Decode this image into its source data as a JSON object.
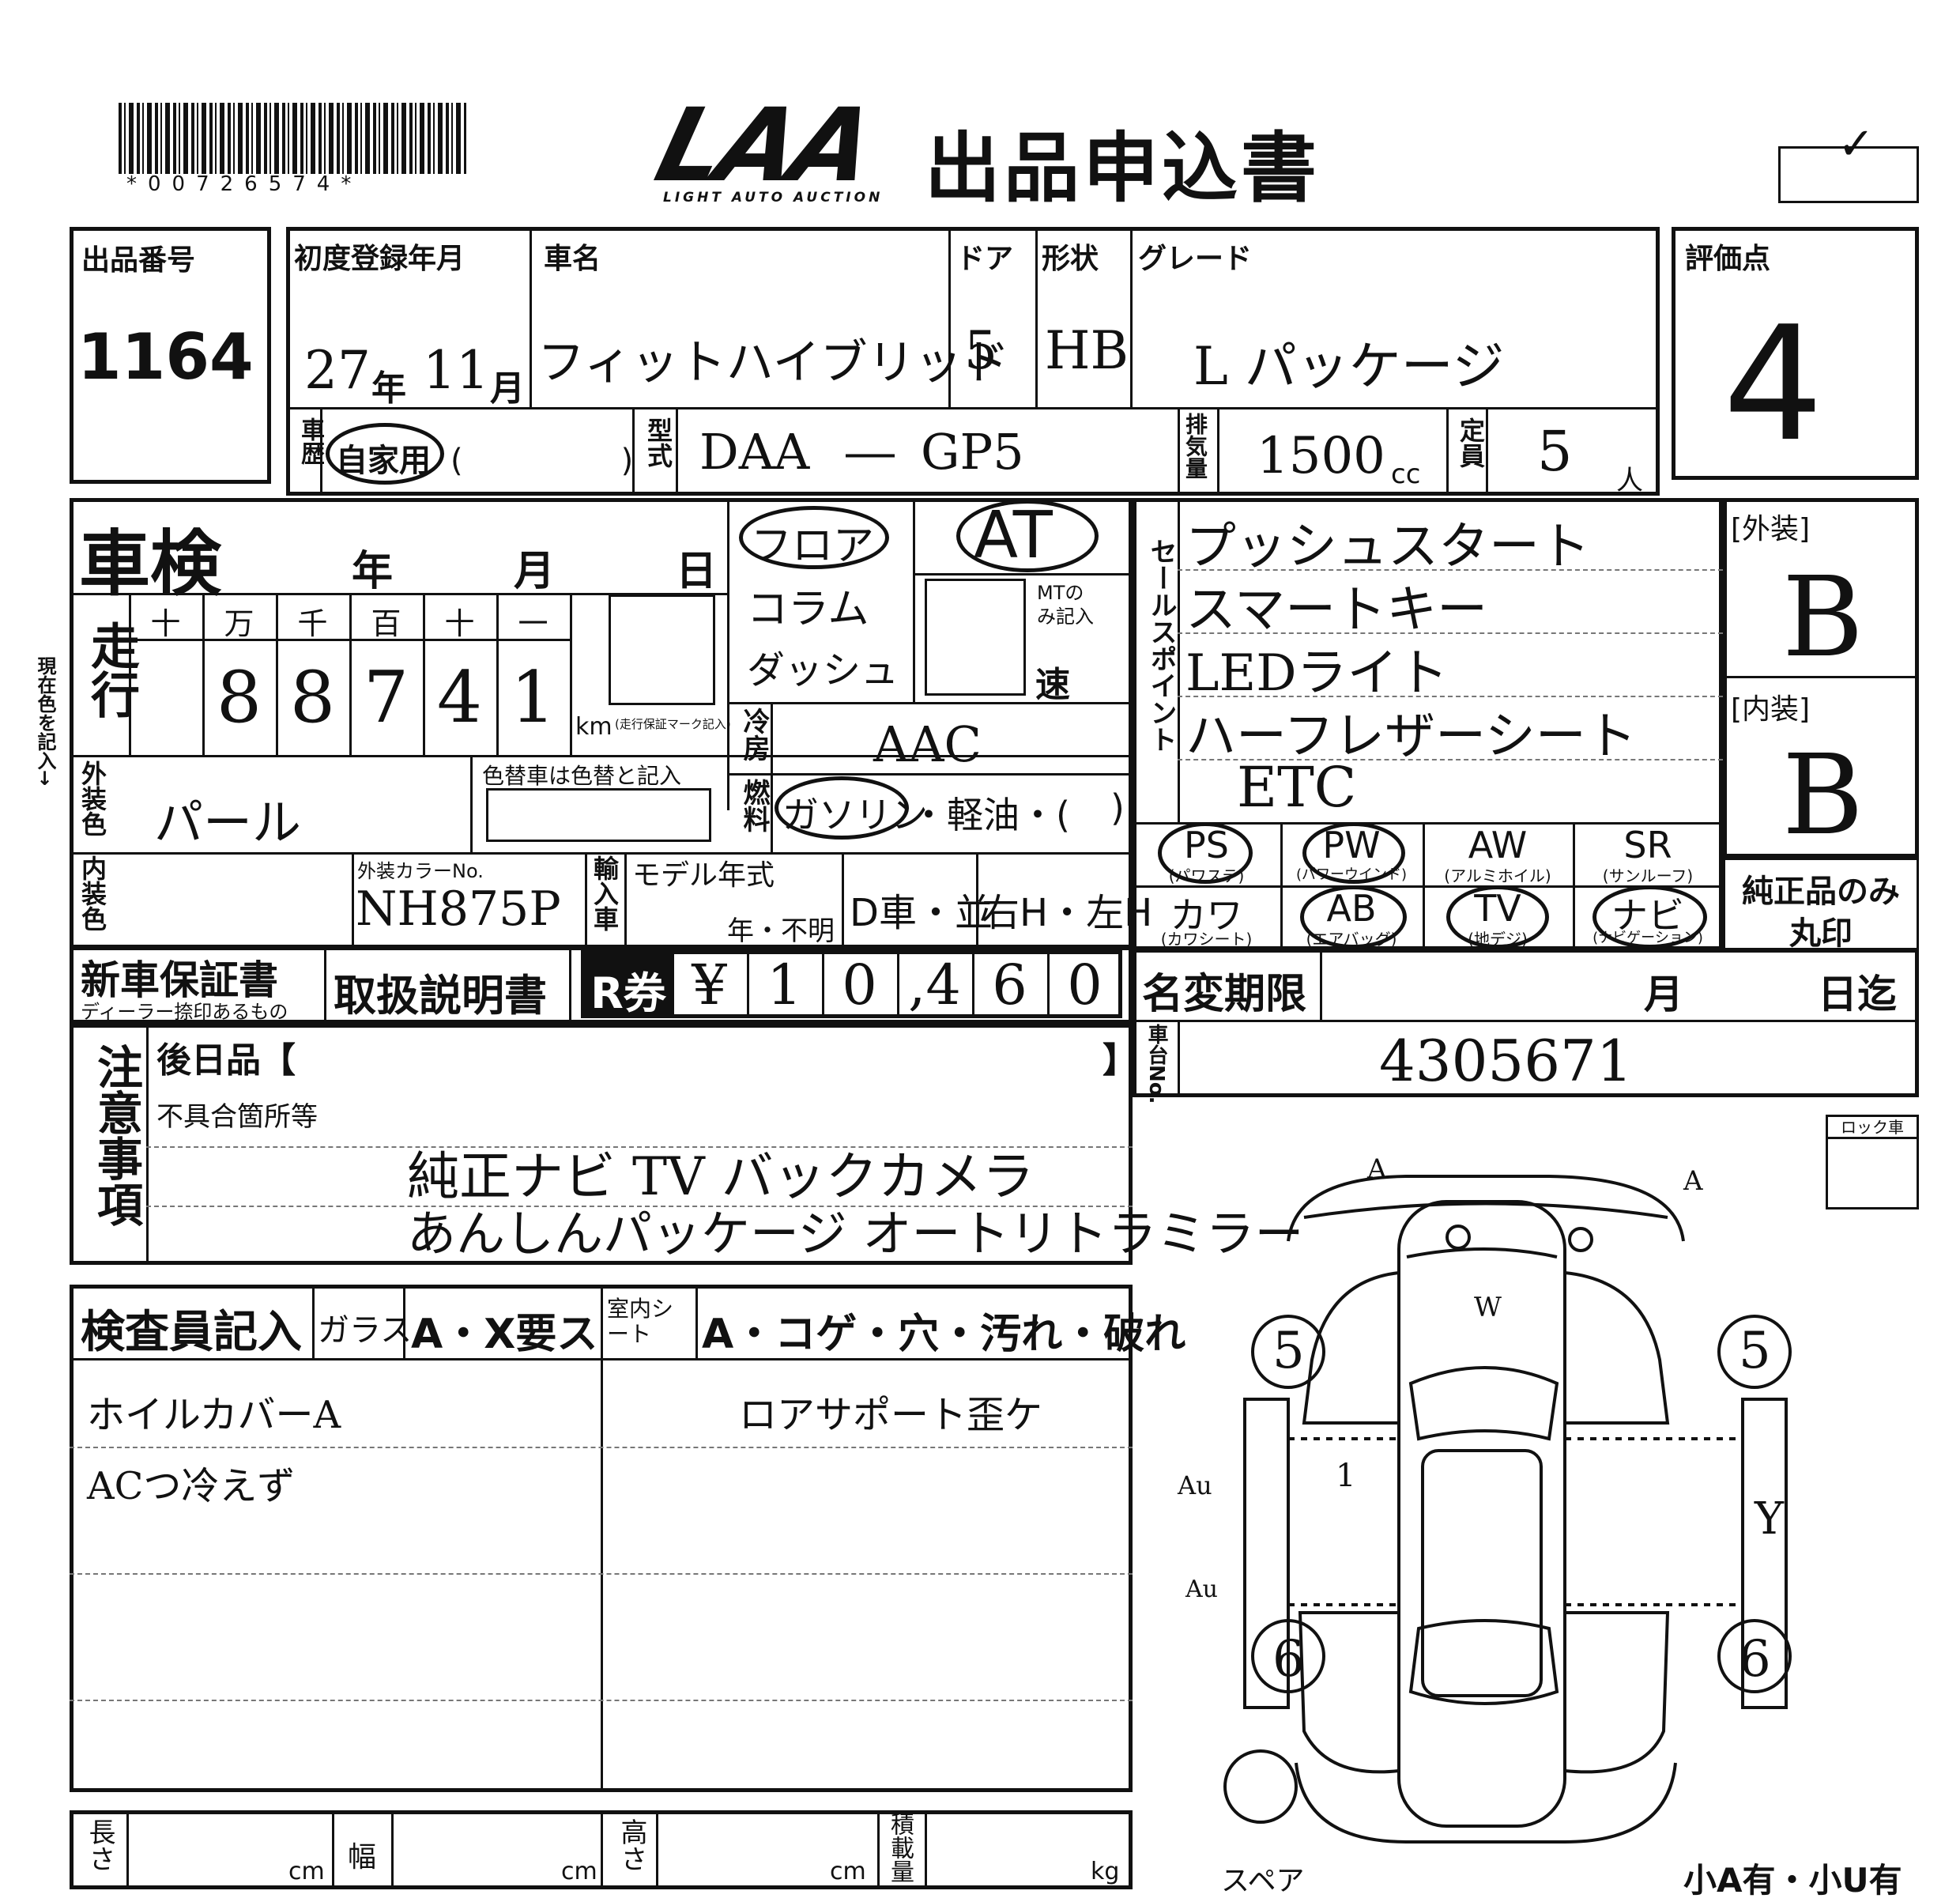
{
  "header": {
    "barcode_number": "*00726574*",
    "logo_text": "LAA",
    "logo_subtext": "LIGHT AUTO AUCTION",
    "title": "出品申込書",
    "check_mark": "✓"
  },
  "lot": {
    "label": "出品番号",
    "value": "1164"
  },
  "first_registration": {
    "label": "初度登録年月",
    "year": "27",
    "year_unit": "年",
    "month": "11",
    "month_unit": "月"
  },
  "car_name": {
    "label": "車名",
    "value": "フィットハイブリッド"
  },
  "doors": {
    "label": "ドア",
    "value": "5"
  },
  "shape": {
    "label": "形状",
    "value": "HB"
  },
  "grade": {
    "label": "グレード",
    "value": "L パッケージ"
  },
  "score": {
    "label": "評価点",
    "value": "4"
  },
  "history": {
    "label": "車歴",
    "value": "自家用",
    "paren": "(　　　　　)"
  },
  "model": {
    "label": "型式",
    "prefix": "DAA",
    "dash": "―",
    "code": "GP5"
  },
  "displacement": {
    "label": "排気量",
    "value": "1500",
    "unit": "cc"
  },
  "capacity": {
    "label": "定員",
    "value": "5",
    "unit": "人"
  },
  "shaken": {
    "label": "車検",
    "year": "年",
    "month": "月",
    "day": "日"
  },
  "mileage": {
    "label": "走行",
    "units": [
      "十",
      "万",
      "千",
      "百",
      "十",
      "一"
    ],
    "digits": [
      "",
      "8",
      "8",
      "7",
      "4",
      "1"
    ],
    "km": "km",
    "km_note": "(走行保証マーク記入)",
    "side_note": "現在色を記入→"
  },
  "shift": {
    "floor": "フロア",
    "column": "コラム",
    "dash": "ダッシュ",
    "at": "AT",
    "mt_note": "MTのみ記入",
    "speed": "速"
  },
  "ac": {
    "label": "冷房",
    "value": "AAC"
  },
  "fuel": {
    "label": "燃料",
    "gasoline": "ガソリン",
    "rest": "・軽油・(",
    "close": ")"
  },
  "sales_points": {
    "label": "セールスポイント",
    "items": [
      "プッシュスタート",
      "スマートキー",
      "LEDライト",
      "ハーフレザーシート",
      "ETC"
    ]
  },
  "exterior_grade": {
    "label": "[外装]",
    "value": "B"
  },
  "interior_grade": {
    "label": "[内装]",
    "value": "B"
  },
  "exterior_color": {
    "label": "外装色",
    "value": "パール",
    "change_note": "色替車は色替と記入"
  },
  "interior_color": {
    "label": "内装色"
  },
  "color_no": {
    "label": "外装カラーNo.",
    "value": "NH875P"
  },
  "import": {
    "label": "輸入車"
  },
  "model_year": {
    "label": "モデル年式",
    "value": "年・不明"
  },
  "dealer": {
    "value": "D車・並"
  },
  "handle": {
    "value": "右H・左H"
  },
  "options": [
    {
      "code": "PS",
      "sub": "(パワステ)",
      "circled": true
    },
    {
      "code": "PW",
      "sub": "(パワーウインド)",
      "circled": true
    },
    {
      "code": "AW",
      "sub": "(アルミホイル)",
      "circled": false
    },
    {
      "code": "SR",
      "sub": "(サンルーフ)",
      "circled": false
    },
    {
      "code": "カワ",
      "sub": "(カワシート)",
      "circled": false
    },
    {
      "code": "AB",
      "sub": "(エアバッグ)",
      "circled": true
    },
    {
      "code": "TV",
      "sub": "(地デジ)",
      "circled": true
    },
    {
      "code": "ナビ",
      "sub": "(ナビゲーション)",
      "circled": true
    }
  ],
  "genuine_only": {
    "line1": "純正品のみ",
    "line2": "丸印"
  },
  "warranty": {
    "label": "新車保証書",
    "sub": "ディーラー捺印あるもの"
  },
  "manual": {
    "label": "取扱説明書"
  },
  "recycle": {
    "label": "R券",
    "cells": [
      "¥",
      "1",
      "0",
      ",4",
      "6",
      "0"
    ]
  },
  "name_change": {
    "label": "名変期限",
    "month": "月",
    "day": "日迄"
  },
  "chassis": {
    "label": "車台No.",
    "value": "4305671"
  },
  "notes": {
    "label": "注意事項",
    "later": "後日品【",
    "later_close": "】",
    "defect_label": "不具合箇所等",
    "line1": "純正ナビ TV バックカメラ",
    "line2": "あんしんパッケージ オートリトラミラー"
  },
  "inspector": {
    "label": "検査員記入",
    "glass": "ガラス",
    "glass_opts": "A・X要ス",
    "seat": "室内シート",
    "seat_opts": "A・コゲ・穴・汚れ・破れ",
    "note_left_1": "ホイルカバーA",
    "note_left_2": "ACつ冷えず",
    "note_right_1": "ロアサポート歪ケ"
  },
  "lock_car": {
    "label": "ロック車"
  },
  "diagram": {
    "marks": [
      "A",
      "A",
      "Au",
      "5",
      "5",
      "6",
      "6",
      "Au",
      "1",
      "Y",
      "W"
    ],
    "spare": "スペア"
  },
  "dims": {
    "length": "長さ",
    "width": "幅",
    "height": "高さ",
    "load": "積載量",
    "cm": "cm",
    "kg": "kg"
  },
  "footer": {
    "text": "小A有・小U有"
  }
}
